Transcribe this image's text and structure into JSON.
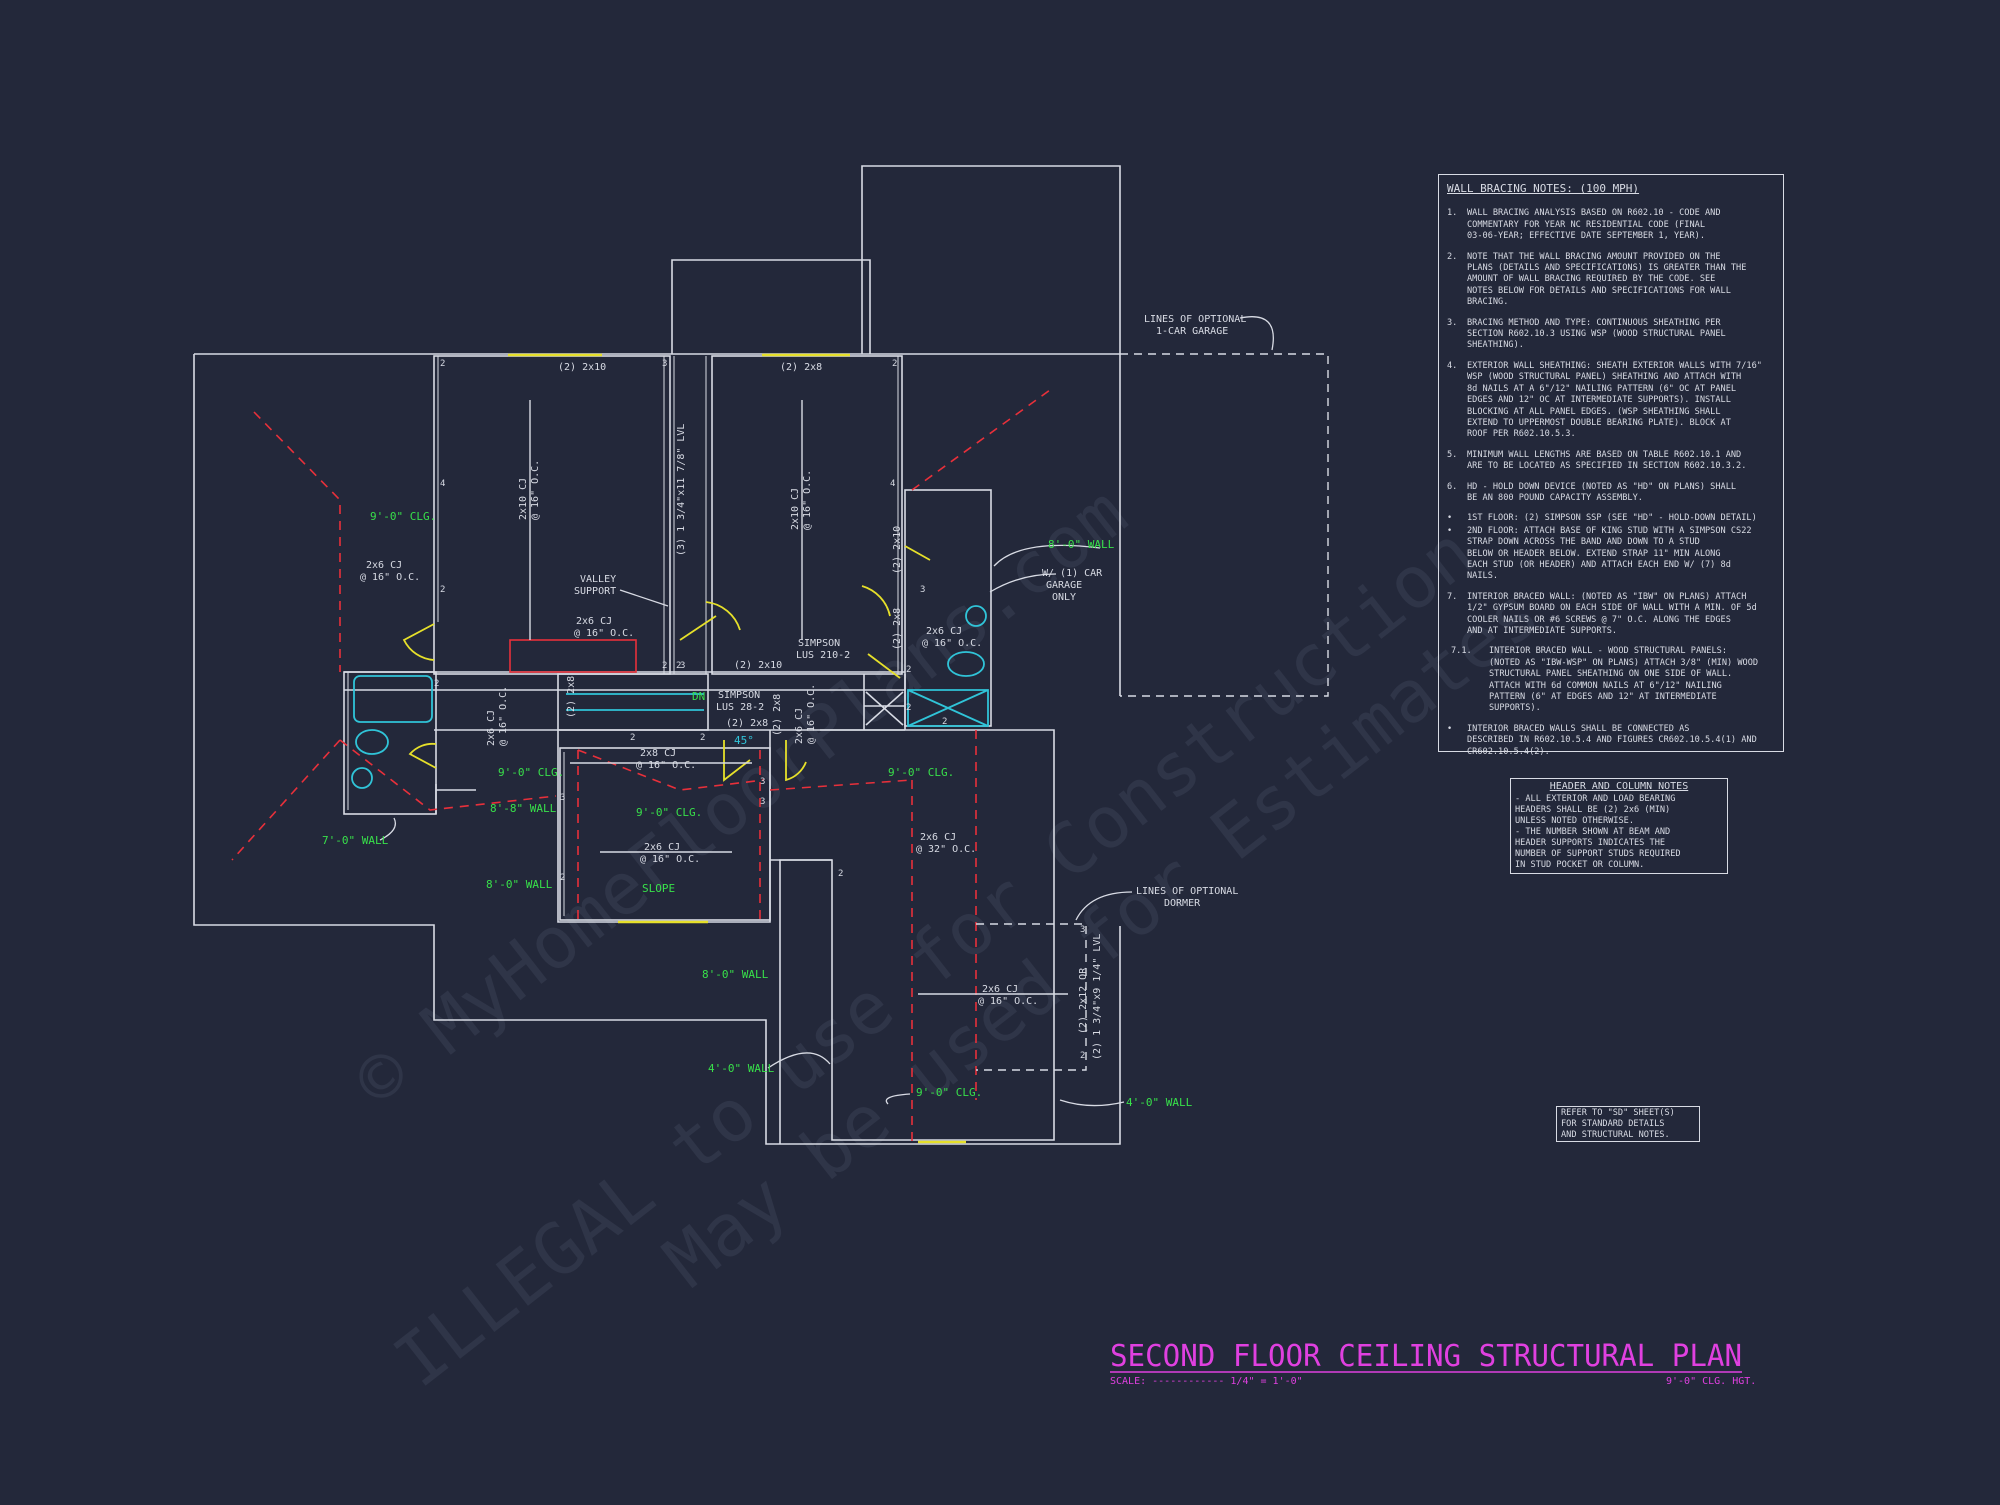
{
  "colors": {
    "background": "#23283a",
    "lines": "#d8dbe4",
    "label_green": "#38e04a",
    "hip_red": "#e8303a",
    "door_yellow": "#e6e02a",
    "fixture_cyan": "#30c4d8",
    "title_magenta": "#e040e0"
  },
  "title_block": {
    "title": "SECOND FLOOR CEILING STRUCTURAL PLAN",
    "scale_label": "SCALE: ------------ 1/4\" = 1'-0\"",
    "height_label": "9'-0\" CLG. HGT."
  },
  "watermark": {
    "line1": "© MyHomeFloorPlans.com",
    "line2": "ILLEGAL to use for Construction",
    "line3": "May be used for Estimates"
  },
  "wall_bracing": {
    "heading": "WALL BRACING NOTES: (100 MPH)",
    "notes": [
      [
        "1.",
        "WALL BRACING ANALYSIS BASED ON R602.10 - CODE AND",
        "COMMENTARY FOR YEAR NC RESIDENTIAL CODE (FINAL",
        "03-06-YEAR; EFFECTIVE DATE SEPTEMBER 1, YEAR)."
      ],
      [
        "2.",
        "NOTE THAT THE WALL BRACING AMOUNT PROVIDED ON THE",
        "PLANS (DETAILS AND SPECIFICATIONS) IS GREATER THAN THE",
        "AMOUNT OF WALL BRACING REQUIRED BY THE CODE. SEE",
        "NOTES BELOW FOR DETAILS AND SPECIFICATIONS FOR WALL",
        "BRACING."
      ],
      [
        "3.",
        "BRACING METHOD AND TYPE: CONTINUOUS SHEATHING PER",
        "SECTION R602.10.3 USING WSP (WOOD STRUCTURAL PANEL",
        "SHEATHING)."
      ],
      [
        "4.",
        "EXTERIOR WALL SHEATHING: SHEATH EXTERIOR WALLS WITH 7/16\"",
        "WSP (WOOD STRUCTURAL PANEL) SHEATHING AND ATTACH WITH",
        "8d NAILS AT A 6\"/12\" NAILING PATTERN (6\" OC AT PANEL",
        "EDGES AND 12\" OC AT INTERMEDIATE SUPPORTS). INSTALL",
        "BLOCKING AT ALL PANEL EDGES. (WSP SHEATHING SHALL",
        "EXTEND TO UPPERMOST DOUBLE BEARING PLATE). BLOCK AT",
        "ROOF PER R602.10.5.3."
      ],
      [
        "5.",
        "MINIMUM WALL LENGTHS ARE BASED ON TABLE R602.10.1 AND",
        "ARE TO BE LOCATED AS SPECIFIED IN SECTION R602.10.3.2."
      ],
      [
        "6.",
        "HD - HOLD DOWN DEVICE (NOTED AS \"HD\" ON PLANS) SHALL",
        "BE AN 800 POUND CAPACITY ASSEMBLY."
      ],
      [
        "•",
        "1ST FLOOR: (2) SIMPSON SSP (SEE \"HD\" - HOLD-DOWN DETAIL)"
      ],
      [
        "•",
        "2ND FLOOR: ATTACH BASE OF KING STUD WITH A SIMPSON CS22",
        "STRAP DOWN ACROSS THE BAND AND DOWN TO A STUD",
        "BELOW OR HEADER BELOW. EXTEND STRAP 11\" MIN ALONG",
        "EACH STUD (OR HEADER) AND ATTACH EACH END W/ (7) 8d",
        "NAILS."
      ],
      [
        "7.",
        "INTERIOR BRACED WALL: (NOTED AS \"IBW\" ON PLANS) ATTACH",
        "1/2\" GYPSUM BOARD ON EACH SIDE OF WALL WITH A MIN. OF 5d",
        "COOLER NAILS OR #6 SCREWS @ 7\" O.C. ALONG THE EDGES",
        "AND AT INTERMEDIATE SUPPORTS."
      ],
      [
        "7.1.",
        "INTERIOR BRACED WALL - WOOD STRUCTURAL PANELS:",
        "(NOTED AS \"IBW-WSP\" ON PLANS) ATTACH 3/8\" (MIN) WOOD",
        "STRUCTURAL PANEL SHEATHING ON ONE SIDE OF WALL.",
        "ATTACH WITH 6d COMMON NAILS AT 6\"/12\" NAILING",
        "PATTERN (6\" AT EDGES AND 12\" AT INTERMEDIATE",
        "SUPPORTS)."
      ],
      [
        "•",
        "INTERIOR BRACED WALLS SHALL BE CONNECTED AS",
        "DESCRIBED IN R602.10.5.4 AND FIGURES CR602.10.5.4(1) AND",
        "CR602.10.5.4(2)."
      ]
    ]
  },
  "header_column": {
    "heading": "HEADER AND COLUMN NOTES",
    "lines": [
      "- ALL EXTERIOR AND LOAD BEARING",
      "HEADERS SHALL BE (2) 2x6 (MIN)",
      "UNLESS NOTED OTHERWISE.",
      "- THE NUMBER SHOWN AT BEAM AND",
      "HEADER SUPPORTS INDICATES THE",
      "NUMBER OF SUPPORT STUDS REQUIRED",
      "IN STUD POCKET OR COLUMN."
    ]
  },
  "refer_note": {
    "lines": [
      "REFER TO \"SD\" SHEET(S)",
      "FOR STANDARD DETAILS",
      "AND STRUCTURAL NOTES."
    ]
  },
  "plan": {
    "callouts": {
      "optional_garage": [
        "LINES OF OPTIONAL",
        "1-CAR GARAGE"
      ],
      "optional_dormer": [
        "LINES OF OPTIONAL",
        "DORMER"
      ],
      "valley_support": [
        "VALLEY",
        "SUPPORT"
      ],
      "simpson_210": [
        "SIMPSON",
        "LUS 210-2"
      ],
      "simpson_28": [
        "SIMPSON",
        "LUS 28-2"
      ],
      "garage_only": [
        "W/ (1) CAR",
        "GARAGE",
        "ONLY"
      ]
    },
    "beams": {
      "b_2x10_top": "(2) 2x10",
      "b_2x8_top": "(2) 2x8",
      "b_lvl_vertical": "(3) 1 3/4\"x11 7/8\" LVL",
      "b_2x10_mid": "(2) 2x10",
      "b_2x8_mid": "(2) 2x8",
      "b_2x8_v1": "(2) 2x8",
      "b_2x8_v2": "(2) 2x8",
      "b_2x10_v": "(2) 2x10",
      "b_2x8_v3": "(2) 2x8",
      "b_dormer": "(2) 2x12 OR",
      "b_dormer2": "(2) 1 3/4\"x9 1/4\" LVL"
    },
    "joists": {
      "j1": [
        "2x10 CJ",
        "@ 16\" O.C."
      ],
      "j2": [
        "2x10 CJ",
        "@ 16\" O.C."
      ],
      "j3": [
        "2x6 CJ",
        "@ 16\" O.C."
      ],
      "j4": [
        "2x6 CJ",
        "@ 16\" O.C."
      ],
      "j5": [
        "2x6 CJ",
        "@ 16\" O.C."
      ],
      "j6": [
        "2x6 CJ",
        "@ 16\" O.C."
      ],
      "j7": [
        "2x8 CJ",
        "@ 16\" O.C."
      ],
      "j8": [
        "2x6 CJ",
        "@ 16\" O.C."
      ],
      "j9": [
        "2x6 CJ",
        "@ 32\" O.C."
      ],
      "j10": [
        "2x6 CJ",
        "@ 16\" O.C."
      ]
    },
    "ceilings": {
      "c1": "9'-0\" CLG.",
      "c2": "9'-0\" CLG.",
      "c3": "9'-0\" CLG.",
      "c4": "9'-0\" CLG.",
      "c5": "9'-0\" CLG."
    },
    "walls": {
      "w1": "8'-0\" WALL",
      "w2": "8'-8\" WALL",
      "w3": "7'-0\" WALL",
      "w4": "8'-0\" WALL",
      "w5": "8'-0\" WALL",
      "w6": "4'-0\" WALL",
      "w7": "4'-0\" WALL"
    },
    "misc": {
      "slope": "SLOPE",
      "dn": "DN",
      "angle": "45°"
    },
    "support_numbers": [
      "2",
      "3",
      "2",
      "4",
      "2",
      "4",
      "2",
      "2",
      "3",
      "2",
      "2",
      "2",
      "3",
      "2",
      "2",
      "3",
      "3",
      "3",
      "2",
      "2",
      "3",
      "2",
      "2"
    ]
  }
}
